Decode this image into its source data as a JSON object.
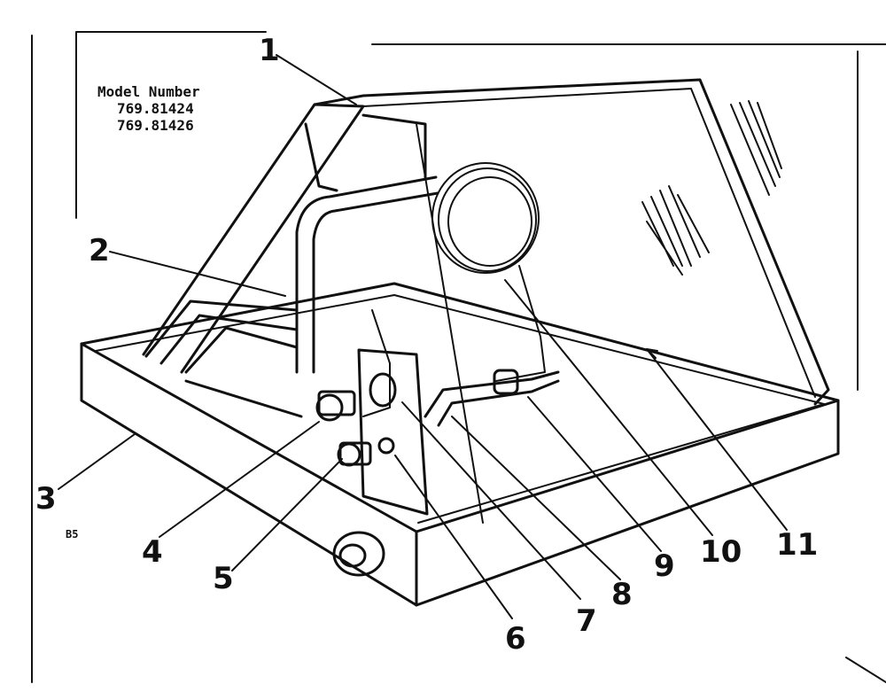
{
  "model": {
    "title": "Model Number",
    "numbers": [
      "769.81424",
      "769.81426"
    ]
  },
  "code": "B5",
  "callouts": [
    "1",
    "2",
    "3",
    "4",
    "5",
    "6",
    "7",
    "8",
    "9",
    "10",
    "11"
  ]
}
